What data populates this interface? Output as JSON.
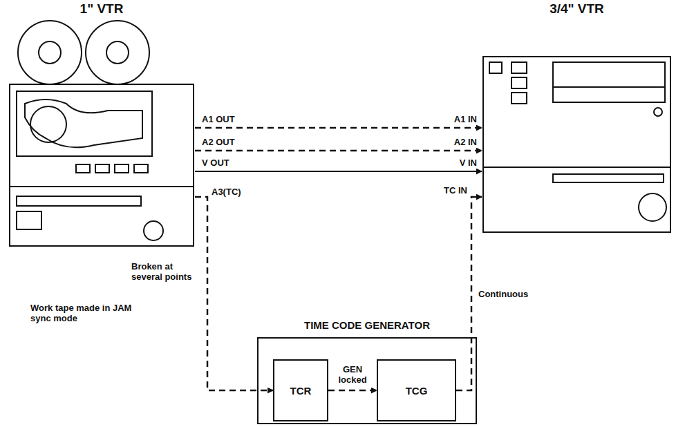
{
  "diagram": {
    "nodes": [
      {
        "text": [
          "1\" VTR"
        ]
      },
      {
        "text": [
          "3/4\" VTR"
        ]
      },
      {
        "text": [
          "TIME CODE GENERATOR"
        ]
      },
      {
        "text": [
          "TCR"
        ],
        "in": 2
      },
      {
        "text": [
          "TCG"
        ],
        "in": 2
      }
    ],
    "edges": [
      {
        "from": 0,
        "to": 1,
        "arrow": "to"
      },
      {
        "from": 0,
        "to": 1,
        "arrow": "to"
      },
      {
        "from": 0,
        "to": 1,
        "arrow": "to"
      },
      {
        "from": 0,
        "to": 3,
        "arrow": "to"
      },
      {
        "from": 3,
        "to": 4,
        "label": "GEN locked",
        "arrow": "to"
      },
      {
        "from": 4,
        "to": 1,
        "arrow": "to"
      }
    ],
    "labels": [
      "A1 OUT",
      "A2 OUT",
      "V OUT",
      "A1 IN",
      "A2 IN",
      "V IN",
      "A3(TC)",
      "TC IN",
      "Broken at several points",
      "Work tape made in JAM sync mode",
      "Continuous"
    ]
  }
}
